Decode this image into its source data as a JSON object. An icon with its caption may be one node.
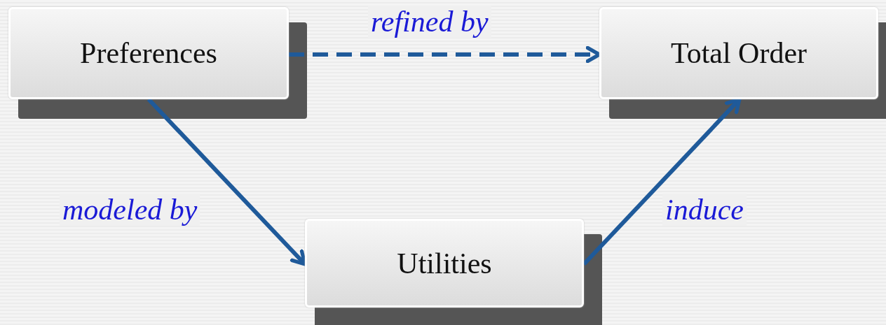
{
  "diagram": {
    "nodes": [
      {
        "text": [
          "Preferences"
        ]
      },
      {
        "text": [
          "Total Order"
        ]
      },
      {
        "text": [
          "Utilities"
        ]
      }
    ],
    "edges": [
      {
        "from": 0,
        "to": 1,
        "arrow": "to",
        "label": "refined by",
        "style": "dashed"
      },
      {
        "from": 0,
        "to": 2,
        "arrow": "to",
        "label": "modeled by"
      },
      {
        "from": 2,
        "to": 1,
        "arrow": "to",
        "label": "induce"
      }
    ]
  }
}
